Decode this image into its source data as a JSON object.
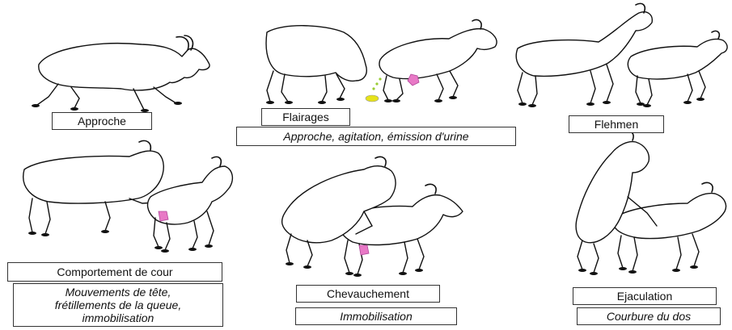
{
  "stages": [
    {
      "label": "Approche",
      "note": ""
    },
    {
      "label": "Flairages",
      "note": "Approche, agitation, émission d'urine"
    },
    {
      "label": "Flehmen",
      "note": ""
    },
    {
      "label": "Comportement de cour",
      "note": "Mouvements de tête,\nfrétillements de la queue,\nimmobilisation"
    },
    {
      "label": "Chevauchement",
      "note": "Immobilisation"
    },
    {
      "label": "Ejaculation",
      "note": "Courbure du dos"
    }
  ],
  "colors": {
    "genital_mark": "#e879c6",
    "urine": "#e6e21a",
    "outline": "#111111"
  }
}
